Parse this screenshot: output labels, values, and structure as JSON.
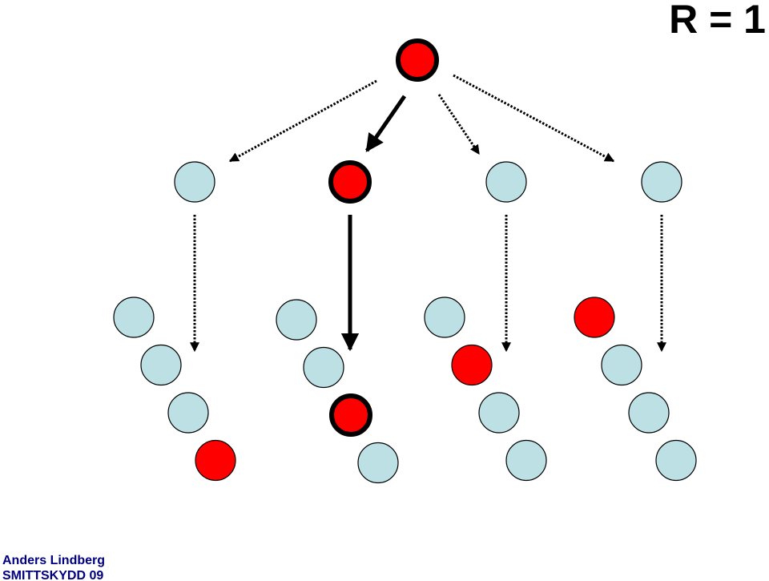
{
  "title": "R = 1",
  "footer": {
    "author": "Anders Lindberg",
    "event": "SMITTSKYDD 09"
  },
  "colors": {
    "infected": "#ff0000",
    "susceptible": "#bde0e4",
    "outline": "#000000",
    "footer_text": "#000080"
  },
  "tree": {
    "root": {
      "state": "infected",
      "transmitting": true
    },
    "generation1": [
      {
        "state": "susceptible",
        "transmitting": false,
        "link": "dotted"
      },
      {
        "state": "infected",
        "transmitting": true,
        "link": "solid"
      },
      {
        "state": "susceptible",
        "transmitting": false,
        "link": "dotted"
      },
      {
        "state": "susceptible",
        "transmitting": false,
        "link": "dotted"
      }
    ],
    "generation2_groups": [
      {
        "link": "dotted",
        "nodes": [
          {
            "state": "susceptible",
            "transmitting": false
          },
          {
            "state": "susceptible",
            "transmitting": false
          },
          {
            "state": "susceptible",
            "transmitting": false
          },
          {
            "state": "infected",
            "transmitting": false
          }
        ]
      },
      {
        "link": "solid",
        "nodes": [
          {
            "state": "susceptible",
            "transmitting": false
          },
          {
            "state": "susceptible",
            "transmitting": false
          },
          {
            "state": "infected",
            "transmitting": true
          },
          {
            "state": "susceptible",
            "transmitting": false
          }
        ]
      },
      {
        "link": "dotted",
        "nodes": [
          {
            "state": "susceptible",
            "transmitting": false
          },
          {
            "state": "infected",
            "transmitting": false
          },
          {
            "state": "susceptible",
            "transmitting": false
          },
          {
            "state": "susceptible",
            "transmitting": false
          }
        ]
      },
      {
        "link": "dotted",
        "nodes": [
          {
            "state": "infected",
            "transmitting": false
          },
          {
            "state": "susceptible",
            "transmitting": false
          },
          {
            "state": "susceptible",
            "transmitting": false
          },
          {
            "state": "susceptible",
            "transmitting": false
          }
        ]
      }
    ]
  }
}
